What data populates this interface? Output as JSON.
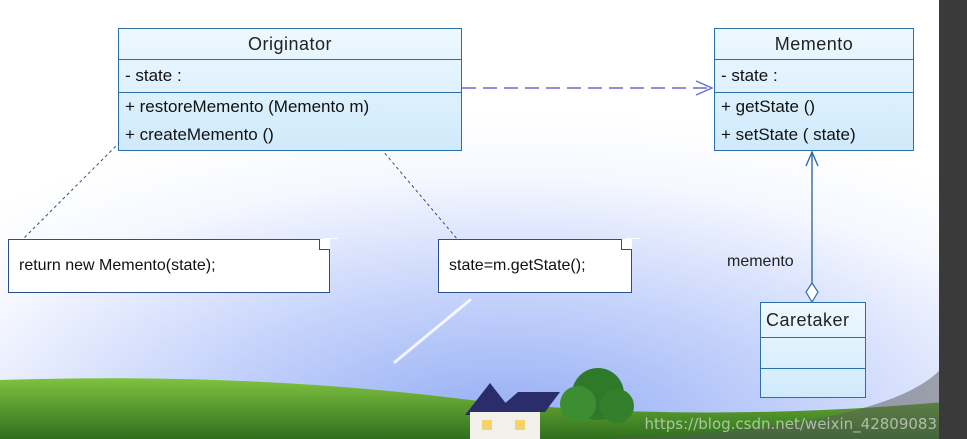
{
  "originator": {
    "title": "Originator",
    "attributes": [
      "- state :"
    ],
    "operations": [
      "+  restoreMemento (Memento m)",
      "+  createMemento ()"
    ]
  },
  "memento": {
    "title": "Memento",
    "attributes": [
      "- state :"
    ],
    "operations": [
      "+  getState ()",
      "+  setState ( state)"
    ]
  },
  "caretaker": {
    "title": "Caretaker"
  },
  "notes": {
    "create": "return new Memento(state);",
    "restore": "state=m.getState();"
  },
  "association_label": "memento",
  "watermark": "https://blog.csdn.net/weixin_42809083",
  "colors": {
    "class_border": "#2b6ea8",
    "dependency_line": "#6a6ad0",
    "sky": "#8fb4f2",
    "grass": "#3f8a2a"
  }
}
